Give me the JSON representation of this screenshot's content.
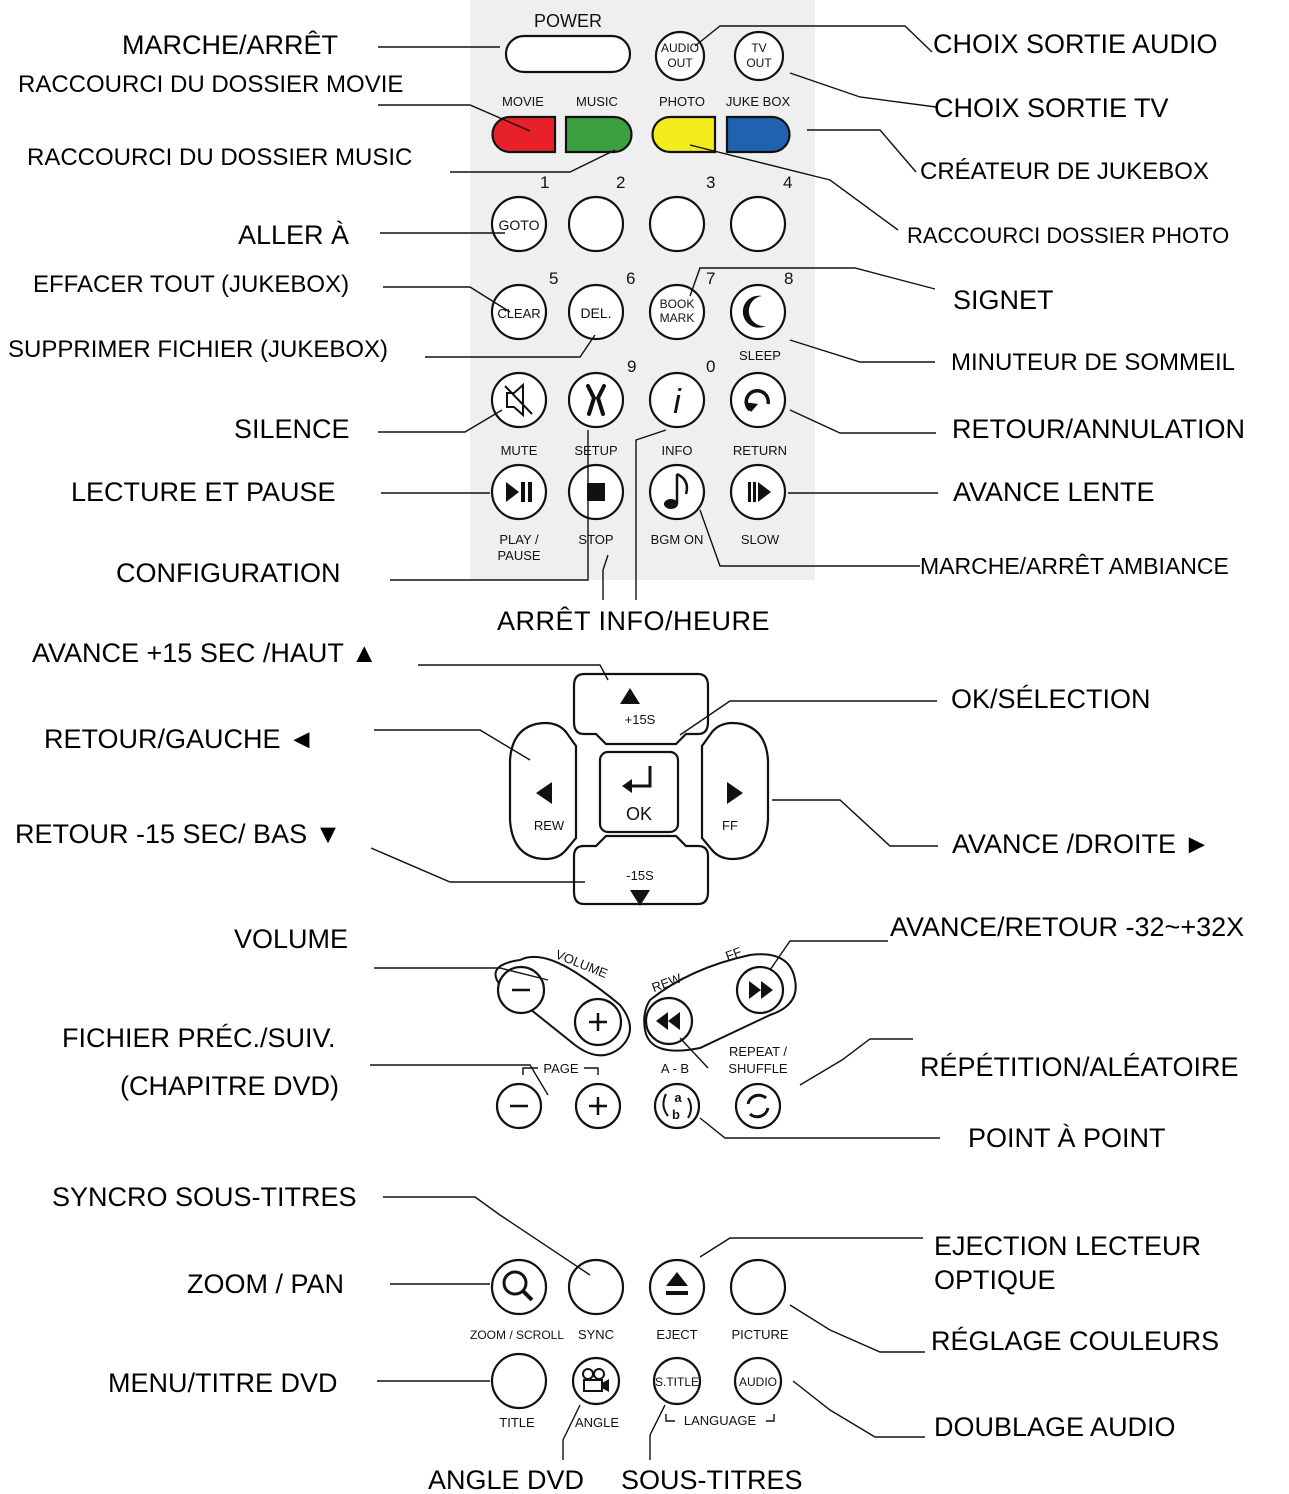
{
  "remote": {
    "power": "POWER",
    "audio_out": [
      "AUDIO",
      "OUT"
    ],
    "tv_out": [
      "TV",
      "OUT"
    ],
    "movie": "MOVIE",
    "music": "MUSIC",
    "photo": "PHOTO",
    "jukebox": "JUKE BOX",
    "num1": "1",
    "num2": "2",
    "num3": "3",
    "num4": "4",
    "num5": "5",
    "num6": "6",
    "num7": "7",
    "num8": "8",
    "num9": "9",
    "num0": "0",
    "goto": "GOTO",
    "clear": "CLEAR",
    "del": "DEL.",
    "bookmark": [
      "BOOK",
      "MARK"
    ],
    "sleep": "SLEEP",
    "mute": "MUTE",
    "setup": "SETUP",
    "info": "INFO",
    "return": "RETURN",
    "play_pause": [
      "PLAY /",
      "PAUSE"
    ],
    "stop": "STOP",
    "bgm_on": "BGM ON",
    "slow": "SLOW",
    "plus15": "+15S",
    "minus15": "-15S",
    "rew_nav": "REW",
    "ff_nav": "FF",
    "ok": "OK",
    "volume": "VOLUME",
    "rew": "REW",
    "ff": "FF",
    "page": "PAGE",
    "ab": "A - B",
    "repeat": [
      "REPEAT /",
      "SHUFFLE"
    ],
    "zoom": "ZOOM / SCROLL",
    "sync": "SYNC",
    "eject": "EJECT",
    "picture": "PICTURE",
    "title": "TITLE",
    "angle": "ANGLE",
    "stitle": "S.TITLE",
    "audio": "AUDIO",
    "language": "LANGUAGE"
  },
  "callouts": {
    "marche_arret": "MARCHE/ARRÊT",
    "raccourci_movie": "RACCOURCI DU DOSSIER MOVIE",
    "raccourci_music": "RACCOURCI DU DOSSIER MUSIC",
    "aller_a": "ALLER À",
    "effacer_tout": "EFFACER TOUT (JUKEBOX)",
    "supprimer_fichier": "SUPPRIMER FICHIER (JUKEBOX)",
    "silence": "SILENCE",
    "lecture_pause": "LECTURE ET PAUSE",
    "configuration": "CONFIGURATION",
    "arret_info": "ARRÊT INFO/HEURE",
    "choix_audio": "CHOIX SORTIE AUDIO",
    "choix_tv": "CHOIX SORTIE TV",
    "createur_jukebox": "CRÉATEUR DE JUKEBOX",
    "raccourci_photo": "RACCOURCI DOSSIER PHOTO",
    "signet": "SIGNET",
    "minuteur": "MINUTEUR DE SOMMEIL",
    "retour_annulation": "RETOUR/ANNULATION",
    "avance_lente": "AVANCE LENTE",
    "ambiance": "MARCHE/ARRÊT AMBIANCE",
    "avance_haut": "AVANCE +15 SEC /HAUT ▲",
    "retour_gauche": "RETOUR/GAUCHE ◄",
    "retour_bas": "RETOUR -15 SEC/ BAS ▼",
    "ok_selection": "OK/SÉLECTION",
    "avance_droite": "AVANCE /DROITE ►",
    "volume": "VOLUME",
    "fichier_prec": "FICHIER PRÉC./SUIV.",
    "chapitre": "(CHAPITRE DVD)",
    "avance_retour": "AVANCE/RETOUR -32~+32X",
    "repetition": "RÉPÉTITION/ALÉATOIRE",
    "point_a_point": "POINT À POINT",
    "syncro": "SYNCRO SOUS-TITRES",
    "zoom_pan": "ZOOM / PAN",
    "menu_titre": "MENU/TITRE DVD",
    "angle_dvd": "ANGLE DVD",
    "sous_titres": "SOUS-TITRES",
    "ejection_1": "EJECTION LECTEUR",
    "ejection_2": "OPTIQUE",
    "reglage": "RÉGLAGE COULEURS",
    "doublage": "DOUBLAGE AUDIO"
  },
  "colors": {
    "movie": "#e8202a",
    "music": "#3aa040",
    "photo": "#f2ec1c",
    "jukebox": "#1f63b0",
    "panel": "#efefef"
  }
}
